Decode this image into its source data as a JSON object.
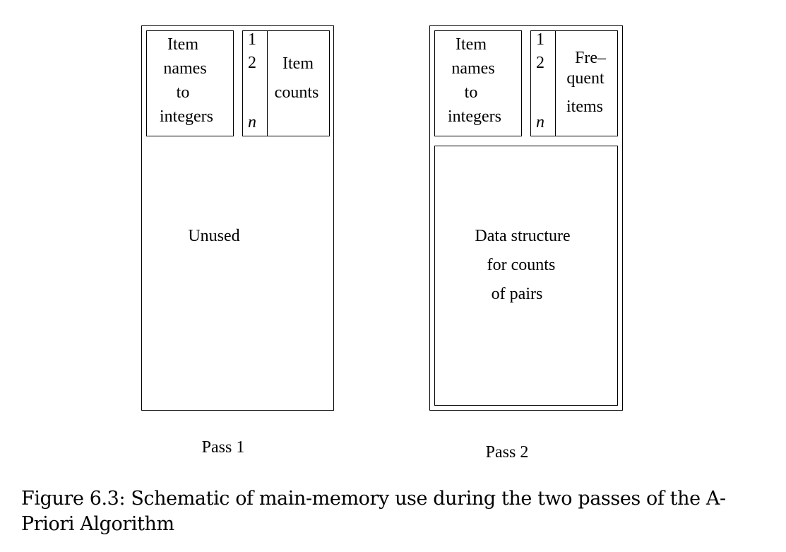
{
  "pass1": {
    "names_box": [
      "Item",
      "names",
      "to",
      "integers"
    ],
    "index_labels": {
      "first": "1",
      "second": "2",
      "last": "n"
    },
    "counts_box": [
      "Item",
      "counts"
    ],
    "unused": "Unused",
    "label": "Pass 1"
  },
  "pass2": {
    "names_box": [
      "Item",
      "names",
      "to",
      "integers"
    ],
    "index_labels": {
      "first": "1",
      "second": "2",
      "last": "n"
    },
    "frequent_box": [
      "Fre–",
      "quent",
      "items"
    ],
    "pairs_box": [
      "Data structure",
      "for counts",
      "of pairs"
    ],
    "label": "Pass 2"
  },
  "caption": "Figure 6.3: Schematic of main-memory use during the two passes of the A-Priori Algorithm"
}
